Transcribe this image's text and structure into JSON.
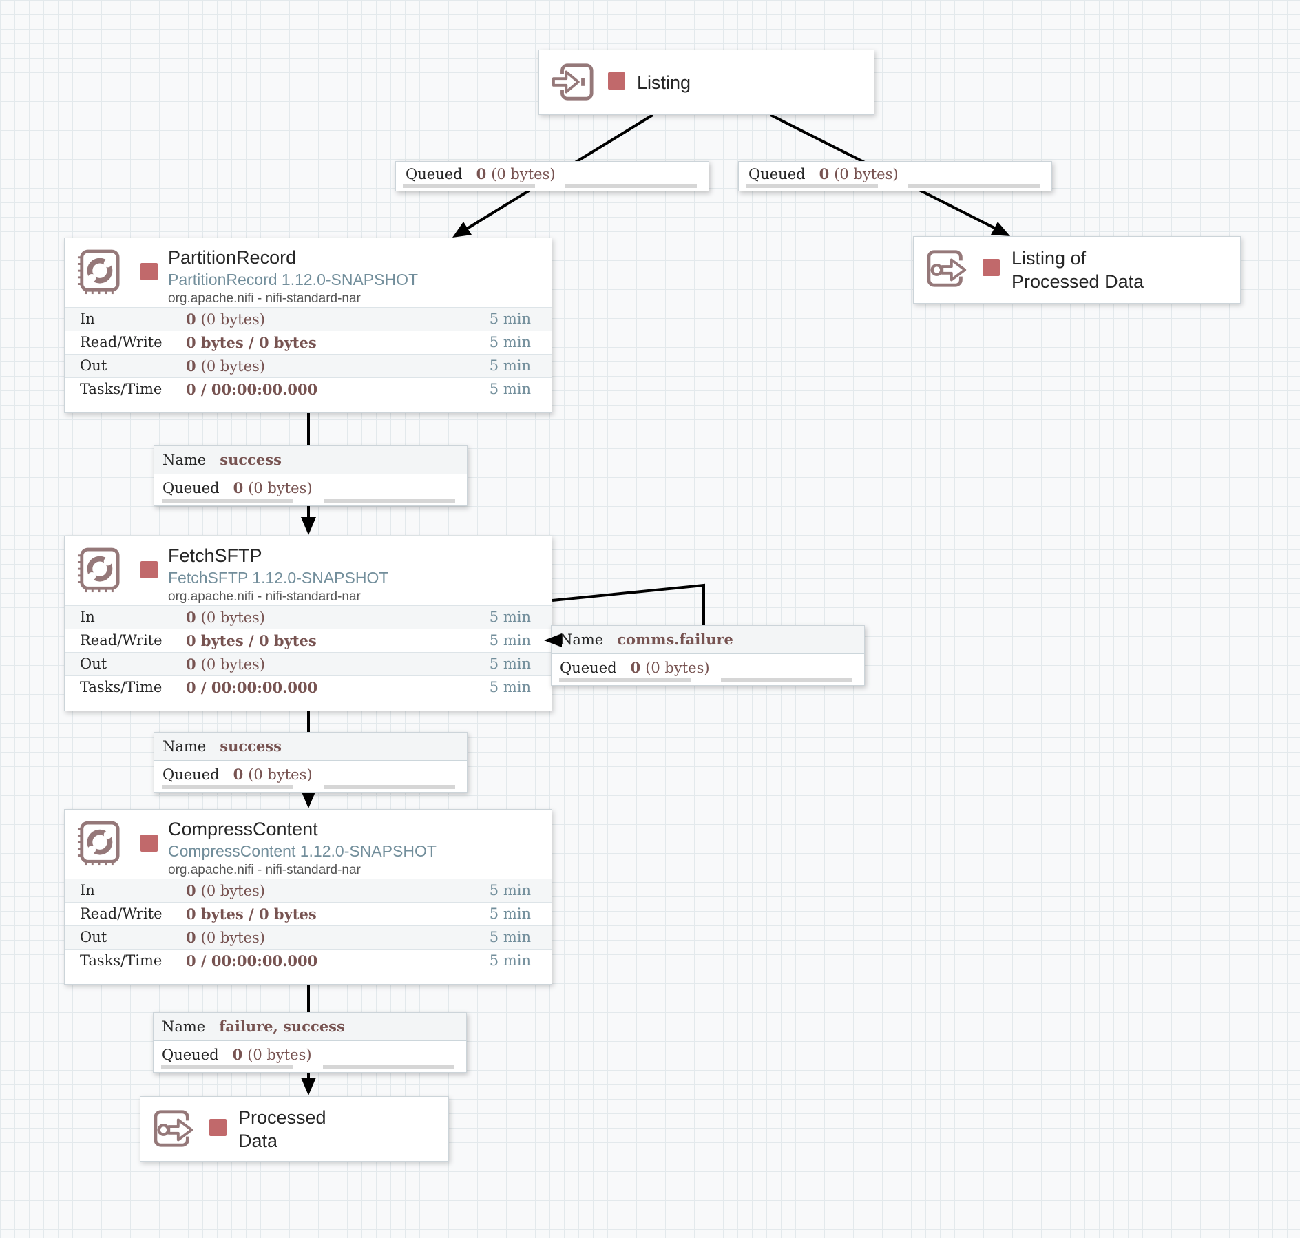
{
  "colors": {
    "value_maroon": "#775351",
    "window_steel": "#728e9b",
    "status_stopped_red": "#c1696b",
    "icon_rose": "#957879",
    "connection_line": "#000000",
    "row_shaded": "#f4f6f7"
  },
  "icons": {
    "input_port": "arrow-into-square",
    "output_port": "arrow-out-of-square",
    "processor": "stamp-with-cycle-arrows",
    "status": "stopped-square"
  },
  "ports": {
    "listing": {
      "kind": "input",
      "title": "Listing"
    },
    "listing_of_processed_data": {
      "kind": "output",
      "title_lines": [
        "Listing of",
        "Processed Data"
      ]
    },
    "processed_data": {
      "kind": "output",
      "title_lines": [
        "Processed",
        "Data"
      ]
    }
  },
  "processors": {
    "partition_record": {
      "title": "PartitionRecord",
      "subtitle": "PartitionRecord 1.12.0-SNAPSHOT",
      "package": "org.apache.nifi - nifi-standard-nar",
      "rows": [
        {
          "label": "In",
          "value": "0",
          "suffix": "(0 bytes)",
          "window": "5 min"
        },
        {
          "label": "Read/Write",
          "value": "0 bytes / 0 bytes",
          "suffix": "",
          "window": "5 min"
        },
        {
          "label": "Out",
          "value": "0",
          "suffix": "(0 bytes)",
          "window": "5 min"
        },
        {
          "label": "Tasks/Time",
          "value": "0 / 00:00:00.000",
          "suffix": "",
          "window": "5 min"
        }
      ]
    },
    "fetch_sftp": {
      "title": "FetchSFTP",
      "subtitle": "FetchSFTP 1.12.0-SNAPSHOT",
      "package": "org.apache.nifi - nifi-standard-nar",
      "rows": [
        {
          "label": "In",
          "value": "0",
          "suffix": "(0 bytes)",
          "window": "5 min"
        },
        {
          "label": "Read/Write",
          "value": "0 bytes / 0 bytes",
          "suffix": "",
          "window": "5 min"
        },
        {
          "label": "Out",
          "value": "0",
          "suffix": "(0 bytes)",
          "window": "5 min"
        },
        {
          "label": "Tasks/Time",
          "value": "0 / 00:00:00.000",
          "suffix": "",
          "window": "5 min"
        }
      ]
    },
    "compress_content": {
      "title": "CompressContent",
      "subtitle": "CompressContent 1.12.0-SNAPSHOT",
      "package": "org.apache.nifi - nifi-standard-nar",
      "rows": [
        {
          "label": "In",
          "value": "0",
          "suffix": "(0 bytes)",
          "window": "5 min"
        },
        {
          "label": "Read/Write",
          "value": "0 bytes / 0 bytes",
          "suffix": "",
          "window": "5 min"
        },
        {
          "label": "Out",
          "value": "0",
          "suffix": "(0 bytes)",
          "window": "5 min"
        },
        {
          "label": "Tasks/Time",
          "value": "0 / 00:00:00.000",
          "suffix": "",
          "window": "5 min"
        }
      ]
    }
  },
  "connections": {
    "listing_to_partition": {
      "queued_label": "Queued",
      "count": "0",
      "size": "(0 bytes)"
    },
    "listing_to_output": {
      "queued_label": "Queued",
      "count": "0",
      "size": "(0 bytes)"
    },
    "partition_to_fetch": {
      "name_label": "Name",
      "name_value": "success",
      "queued_label": "Queued",
      "count": "0",
      "size": "(0 bytes)"
    },
    "fetch_self_loop": {
      "name_label": "Name",
      "name_value": "comms.failure",
      "queued_label": "Queued",
      "count": "0",
      "size": "(0 bytes)"
    },
    "fetch_to_compress": {
      "name_label": "Name",
      "name_value": "success",
      "queued_label": "Queued",
      "count": "0",
      "size": "(0 bytes)"
    },
    "compress_to_processed": {
      "name_label": "Name",
      "name_value": "failure, success",
      "queued_label": "Queued",
      "count": "0",
      "size": "(0 bytes)"
    }
  }
}
